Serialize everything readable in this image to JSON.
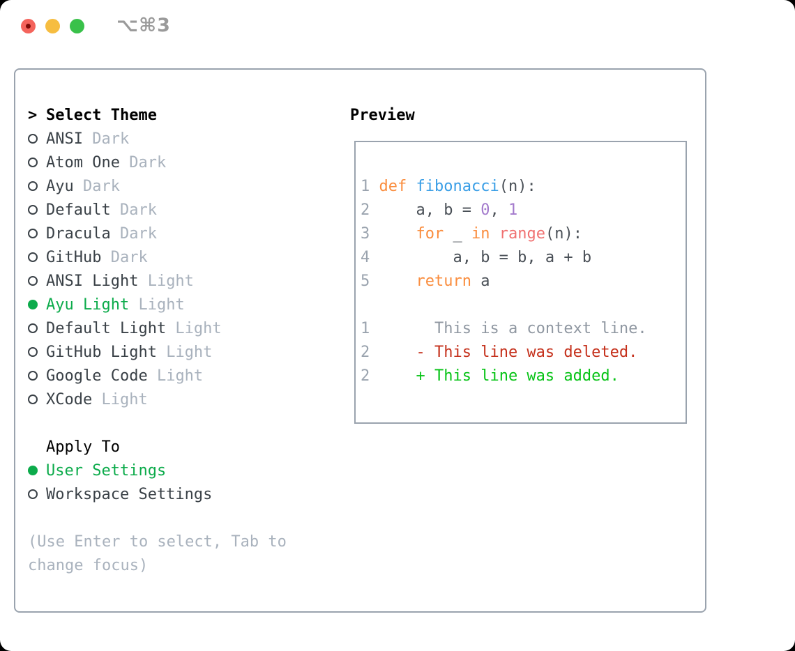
{
  "window": {
    "title": "⌥⌘3"
  },
  "theme_selector": {
    "header": {
      "marker": ">",
      "label": "Select Theme"
    },
    "items": [
      {
        "name": "ANSI",
        "variant": "Dark",
        "selected": false
      },
      {
        "name": "Atom One",
        "variant": "Dark",
        "selected": false
      },
      {
        "name": "Ayu",
        "variant": "Dark",
        "selected": false
      },
      {
        "name": "Default",
        "variant": "Dark",
        "selected": false
      },
      {
        "name": "Dracula",
        "variant": "Dark",
        "selected": false
      },
      {
        "name": "GitHub",
        "variant": "Dark",
        "selected": false
      },
      {
        "name": "ANSI Light",
        "variant": "Light",
        "selected": false
      },
      {
        "name": "Ayu Light",
        "variant": "Light",
        "selected": true
      },
      {
        "name": "Default Light",
        "variant": "Light",
        "selected": false
      },
      {
        "name": "GitHub Light",
        "variant": "Light",
        "selected": false
      },
      {
        "name": "Google Code",
        "variant": "Light",
        "selected": false
      },
      {
        "name": "XCode",
        "variant": "Light",
        "selected": false
      }
    ],
    "apply_to": {
      "label": "Apply To",
      "options": [
        {
          "name": "User Settings",
          "selected": true
        },
        {
          "name": "Workspace Settings",
          "selected": false
        }
      ]
    },
    "help_text": "(Use Enter to select, Tab to change focus)"
  },
  "preview": {
    "label": "Preview",
    "code_lines": [
      {
        "num": "1",
        "tokens": [
          {
            "t": "def",
            "c": "keyword"
          },
          {
            "t": " ",
            "c": "plain"
          },
          {
            "t": "fibonacci",
            "c": "function"
          },
          {
            "t": "(n):",
            "c": "plain"
          }
        ]
      },
      {
        "num": "2",
        "tokens": [
          {
            "t": "    a, b = ",
            "c": "plain"
          },
          {
            "t": "0",
            "c": "number"
          },
          {
            "t": ", ",
            "c": "plain"
          },
          {
            "t": "1",
            "c": "number"
          }
        ]
      },
      {
        "num": "3",
        "tokens": [
          {
            "t": "    ",
            "c": "plain"
          },
          {
            "t": "for",
            "c": "keyword"
          },
          {
            "t": " _ ",
            "c": "plain"
          },
          {
            "t": "in",
            "c": "keyword"
          },
          {
            "t": " ",
            "c": "plain"
          },
          {
            "t": "range",
            "c": "builtin"
          },
          {
            "t": "(n):",
            "c": "plain"
          }
        ]
      },
      {
        "num": "4",
        "tokens": [
          {
            "t": "        a, b = b, a + b",
            "c": "plain"
          }
        ]
      },
      {
        "num": "5",
        "tokens": [
          {
            "t": "    ",
            "c": "plain"
          },
          {
            "t": "return",
            "c": "keyword"
          },
          {
            "t": " a",
            "c": "plain"
          }
        ]
      }
    ],
    "diff_lines": [
      {
        "num": "1",
        "marker": " ",
        "text": "This is a context line.",
        "kind": "context"
      },
      {
        "num": "2",
        "marker": "-",
        "text": "This line was deleted.",
        "kind": "deleted"
      },
      {
        "num": "2",
        "marker": "+",
        "text": "This line was added.",
        "kind": "added"
      }
    ]
  },
  "colors": {
    "keyword": "#fa8d3e",
    "function": "#399ee6",
    "number": "#a37acc",
    "builtin": "#f07171",
    "plain": "#494f56",
    "linenum": "#9aa3ae",
    "context": "#8f97a1",
    "deleted": "#c5311c",
    "added": "#06c315",
    "selected": "#0cab4b",
    "item": "#3a4147",
    "muted": "#a9b2bd",
    "heading": "#000000",
    "border": "#9aa3ae",
    "title": "#9a9a9a",
    "light_red": "#f4645c",
    "light_red_dot": "#7e0c08",
    "light_yellow": "#f6bd40",
    "light_green": "#39c14a"
  }
}
